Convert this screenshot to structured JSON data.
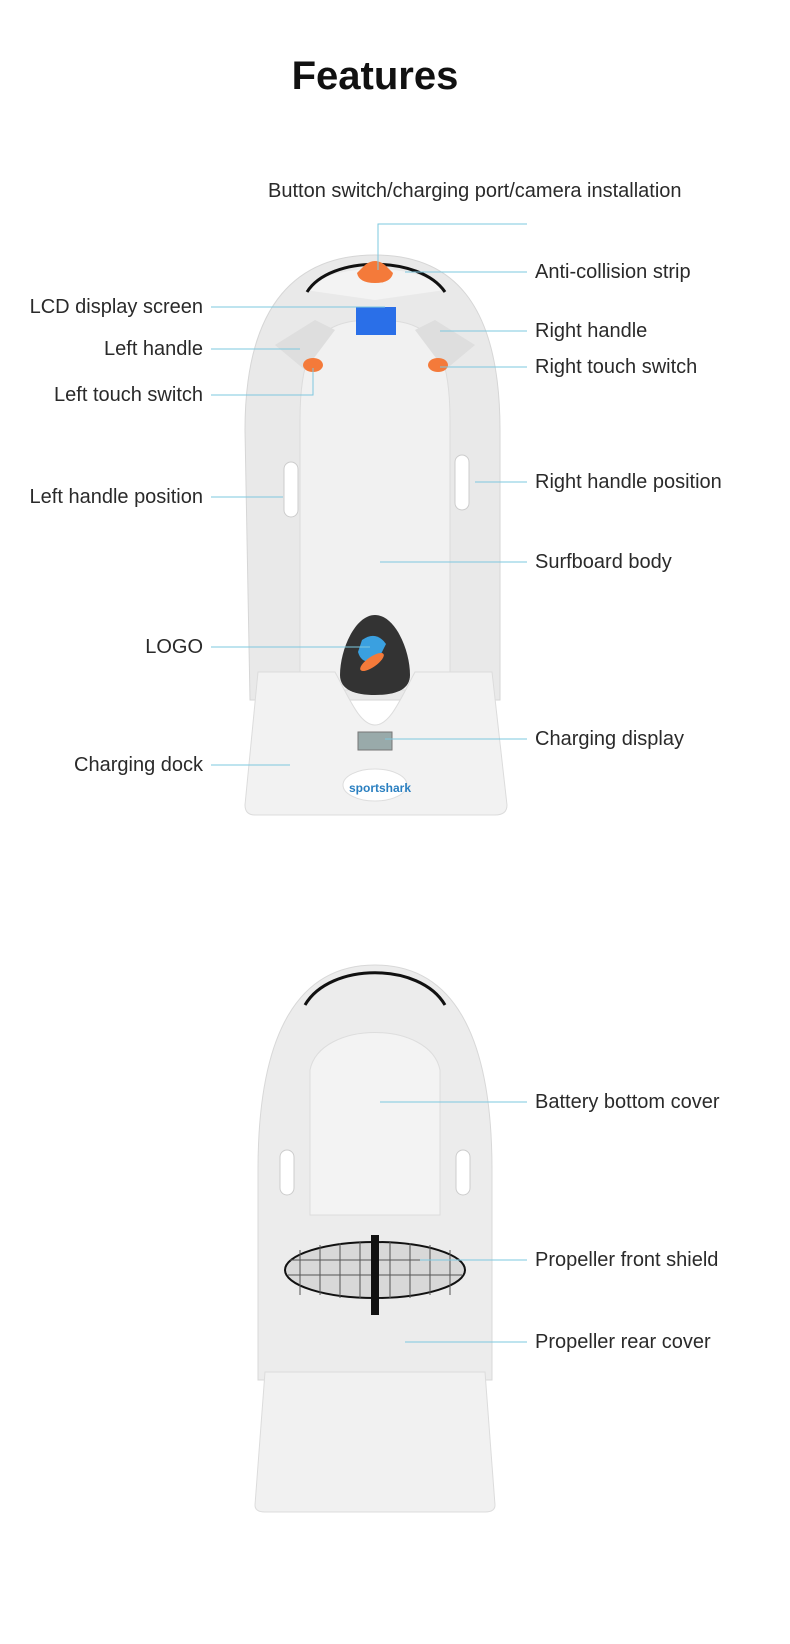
{
  "title": "Features",
  "colors": {
    "leader": "#7ec8df",
    "accent": "#f47a3a",
    "lcd": "#2a6fe8",
    "body": "#ececec"
  },
  "top_view": {
    "right_labels": [
      "Button switch/charging port/camera installation",
      "Anti-collision strip",
      "Right handle",
      "Right touch switch",
      "Right handle position",
      "Surfboard body",
      "Charging display"
    ],
    "left_labels": [
      "LCD display screen",
      "Left handle",
      "Left touch switch",
      "Left handle position",
      "LOGO",
      "Charging dock"
    ],
    "brand": "sportshark"
  },
  "bottom_view": {
    "right_labels": [
      "Battery bottom cover",
      "Propeller front shield",
      "Propeller rear cover"
    ]
  }
}
